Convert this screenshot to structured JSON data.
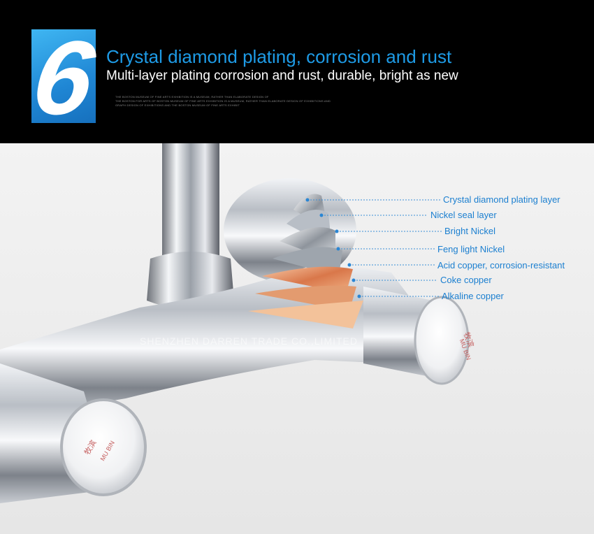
{
  "header": {
    "number": "6",
    "title": "Crystal diamond plating, corrosion and rust",
    "subtitle": "Multi-layer plating corrosion and rust, durable, bright as new",
    "fine_print": [
      "THE BOSTON MUSEUM OF FINE ARTS EXHIBITION IS A MUSEUM, RATHER THAN ELABORATE DESIGN OF",
      "THE BOSTON FOR ARTS OF BOSTON MUSEUM OF FINE ARTS EXHIBITION IS A MUSEUM, RATHER THAN ELABORATE DESIGN OF EXHIBITIONS AND",
      "GRAPH DESIGN OF EXHIBITIONS AND THE BOSTON MUSEUM OF FINE ARTS EXHIBIT"
    ]
  },
  "product": {
    "watermark": "SHENZHEN DARREN TRADE CO.,LIMITED",
    "brand_chinese": "牧滨",
    "brand_latin": "MU BIN"
  },
  "layers": [
    "Crystal diamond plating layer",
    "Nickel seal layer",
    "Bright Nickel",
    "Feng light Nickel",
    "Acid copper, corrosion-resistant",
    "Coke copper",
    "Alkaline copper"
  ],
  "colors": {
    "header_bg": "#000000",
    "accent_blue": "#1e9be6",
    "label_blue": "#1b7fd0"
  }
}
